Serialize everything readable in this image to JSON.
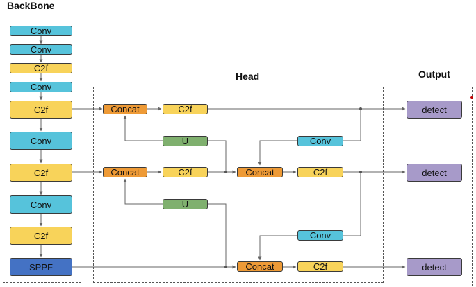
{
  "titles": {
    "backbone": "BackBone",
    "head": "Head",
    "output": "Output"
  },
  "backbone": {
    "b1": "Conv",
    "b2": "Conv",
    "b3": "C2f",
    "b4": "Conv",
    "b5": "C2f",
    "b6": "Conv",
    "b7": "C2f",
    "b8": "Conv",
    "b9": "C2f",
    "b10": "SPPF"
  },
  "head": {
    "concat1": "Concat",
    "c2f1": "C2f",
    "up1": "U",
    "concat2": "Concat",
    "c2f2": "C2f",
    "up2": "U",
    "concat3": "Concat",
    "c2f3": "C2f",
    "conv1": "Conv",
    "conv2": "Conv",
    "concat4": "Concat",
    "c2f4": "C2f"
  },
  "output": {
    "d1": "detect",
    "d2": "detect",
    "d3": "detect"
  }
}
